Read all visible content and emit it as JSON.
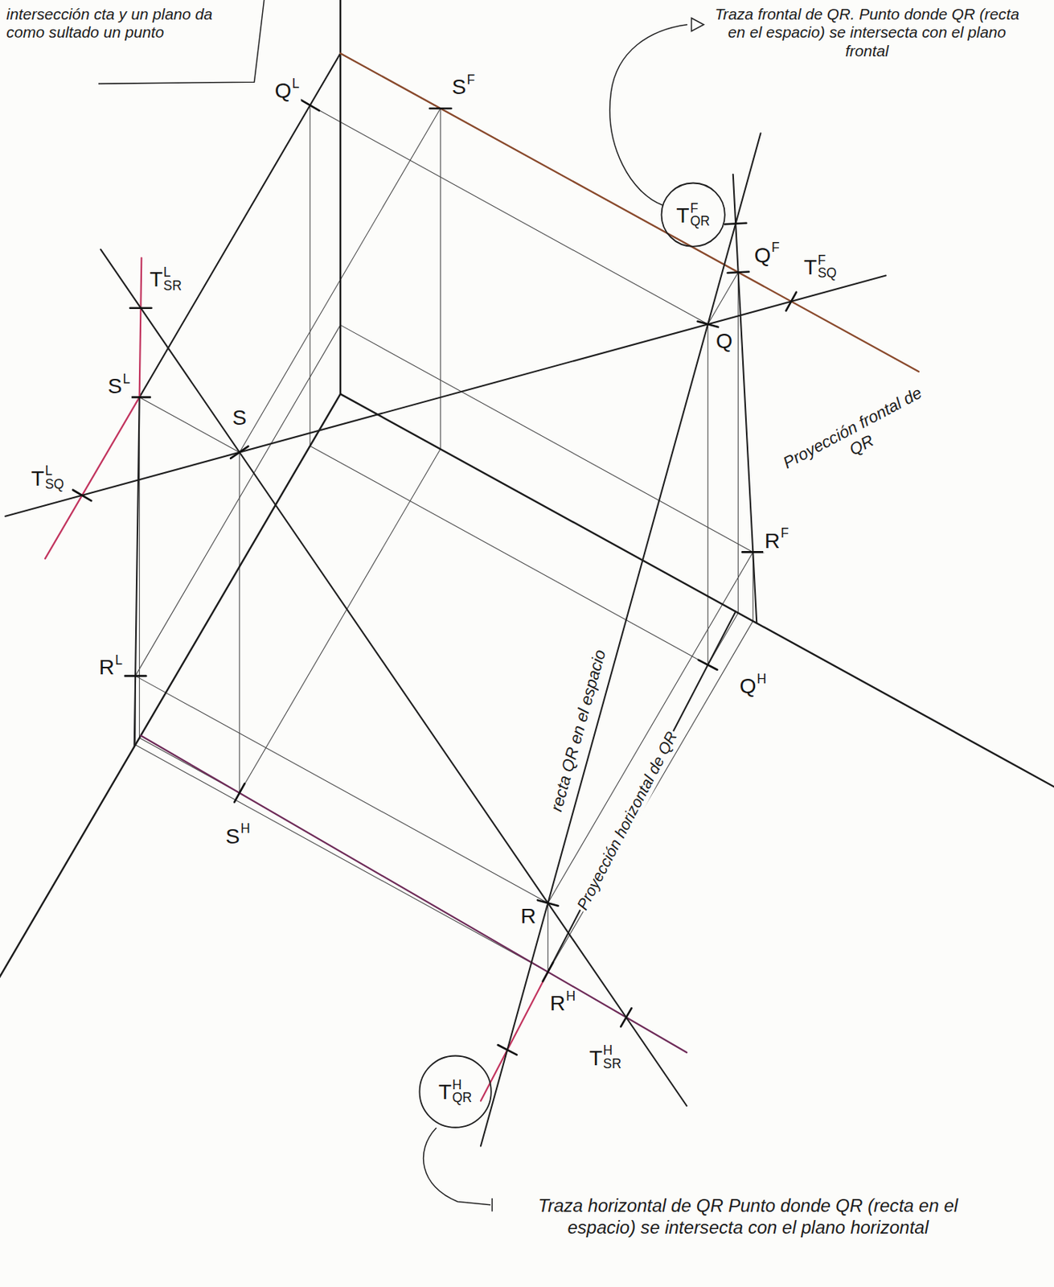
{
  "diagram": {
    "nodes": [
      {
        "text": [
          "T",
          "F",
          "QR"
        ]
      },
      {
        "text": [
          "T",
          "H",
          "QR"
        ]
      }
    ],
    "labels": [
      "intersección cta y un plano da como sultado un punto",
      "Q",
      "L",
      "S",
      "F",
      "Traza frontal de QR. Punto donde QR (recta en el espacio) se intersecta con el plano frontal",
      "T",
      "L",
      "SR",
      "Q",
      "F",
      "T",
      "F",
      "SQ",
      "Q",
      "Proyección frontal de QR",
      "S",
      "L",
      "S",
      "T",
      "L",
      "SQ",
      "R",
      "F",
      "R",
      "L",
      "Q",
      "H",
      "recta QR en el espacio",
      "Proyección horizontal de QR",
      "S",
      "H",
      "R",
      "R",
      "H",
      "T",
      "H",
      "SR",
      "Traza horizontal de QR Punto donde QR (recta en el espacio) se intersecta con el plano horizontal"
    ]
  }
}
